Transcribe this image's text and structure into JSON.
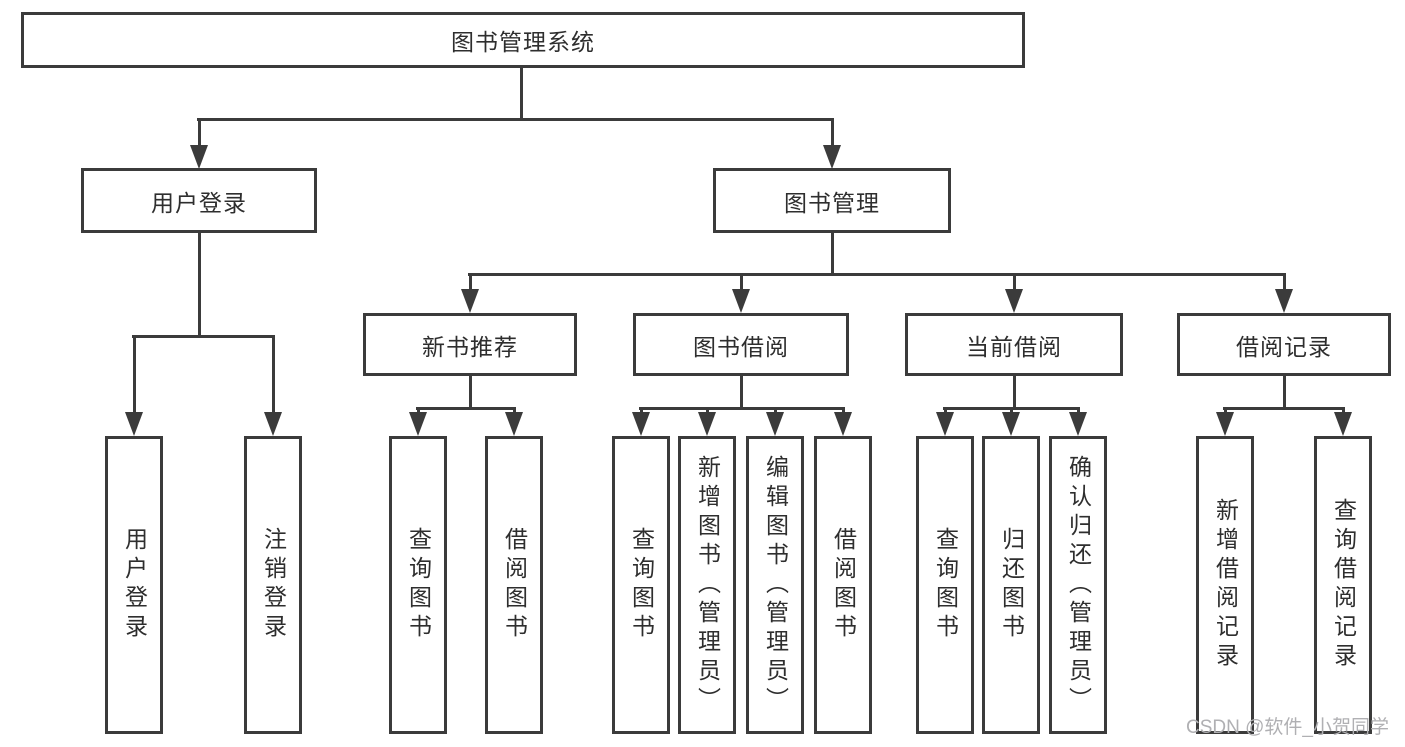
{
  "diagram": {
    "title": "图书管理系统",
    "root": "图书管理系统",
    "level2": [
      "用户登录",
      "图书管理"
    ],
    "level3": [
      "新书推荐",
      "图书借阅",
      "当前借阅",
      "借阅记录"
    ],
    "leaves": {
      "user_login": [
        "用户登录",
        "注销登录"
      ],
      "new_book": [
        "查询图书",
        "借阅图书"
      ],
      "book_borrow": [
        "查询图书",
        "新增图书（管理员）",
        "编辑图书（管理员）",
        "借阅图书"
      ],
      "current_borrow": [
        "查询图书",
        "归还图书",
        "确认归还（管理员）"
      ],
      "borrow_record": [
        "新增借阅记录",
        "查询借阅记录"
      ]
    },
    "watermark": "CSDN @软件_小贺同学",
    "colors": {
      "line": "#3b3b3b",
      "text": "#2e2e2e",
      "background": "#ffffff",
      "watermark": "#b0b0b3"
    }
  }
}
